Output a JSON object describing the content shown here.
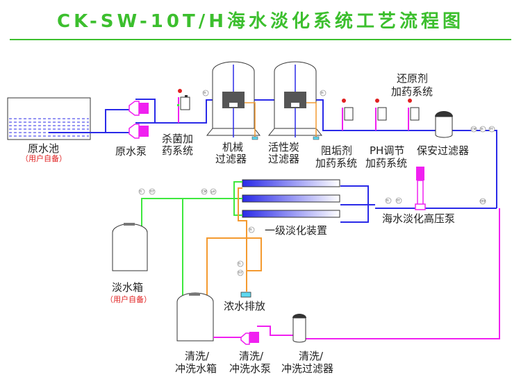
{
  "title": "CK-SW-10T/H海水淡化系统工艺流程图",
  "colors": {
    "title_green": "#3cbf2e",
    "raw_water_line": "#2a2ae8",
    "fresh_water_line": "#3ee83e",
    "concentrate_line": "#f49a30",
    "cleaning_line": "#f020f0",
    "pump": "#f020f0",
    "user_supplied_text": "#e02020"
  },
  "labels": {
    "raw_pool": "原水池",
    "raw_pool_note": "（用户自备）",
    "raw_pump": "原水泵",
    "sterilize_1": "杀菌加",
    "sterilize_2": "药系统",
    "mech_filter_1": "机械",
    "mech_filter_2": "过滤器",
    "carbon_filter_1": "活性炭",
    "carbon_filter_2": "过滤器",
    "antiscalant_1": "阻垢剂",
    "antiscalant_2": "加药系统",
    "ph_1": "PH调节",
    "ph_2": "加药系统",
    "reducer_1": "还原剂",
    "reducer_2": "加药系统",
    "security_filter": "保安过滤器",
    "hp_pump": "海水淡化高压泵",
    "ro_unit": "一级淡化装置",
    "fresh_tank": "淡水箱",
    "fresh_tank_note": "（用户自备）",
    "concentrate_drain": "浓水排放",
    "clean_tank_1": "清洗/",
    "clean_tank_2": "冲洗水箱",
    "clean_pump_1": "清洗/",
    "clean_pump_2": "冲洗水泵",
    "clean_filter_1": "清洗/",
    "clean_filter_2": "冲洗过滤器"
  },
  "instruments": {
    "pi": "PI",
    "fi": "FI",
    "fit": "FIT",
    "cm": "CM",
    "pt": "PT",
    "orp": "ORP",
    "ph": "pH",
    "m": "M",
    "hl": "HL",
    "ll": "LL"
  }
}
